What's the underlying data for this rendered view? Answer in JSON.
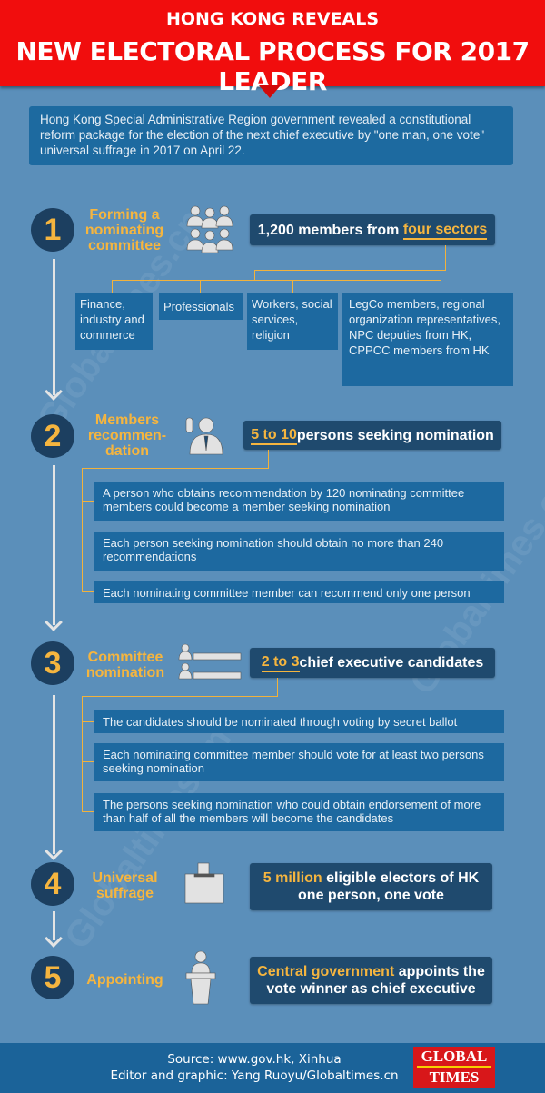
{
  "header": {
    "title_line1": "HONG KONG REVEALS",
    "title_line2": "NEW ELECTORAL PROCESS FOR 2017 LEADER"
  },
  "intro": "Hong Kong Special Administrative Region government revealed a constitutional reform package for the election of the next chief executive by \"one man, one vote\" universal suffrage in 2017 on April 22.",
  "steps": [
    {
      "number": "1",
      "title": "Forming a nominating committee",
      "box_pre": "1,200 members from ",
      "box_hl": "four sectors",
      "sectors": [
        "Finance, industry and commerce",
        "Professionals",
        "Workers, social services, religion",
        "LegCo members, regional organization representatives, NPC deputies from HK, CPPCC members from HK"
      ]
    },
    {
      "number": "2",
      "title": "Members recommen-dation",
      "box_hl": "5 to 10",
      "box_post": " persons seeking nomination",
      "details": [
        "A person who obtains recommendation by 120 nominating committee members could become a member seeking nomination",
        "Each person seeking nomination should obtain no more than 240 recommendations",
        "Each nominating committee member can recommend only one person"
      ]
    },
    {
      "number": "3",
      "title": "Committee nomination",
      "box_hl": "2 to 3",
      "box_post": " chief executive candidates",
      "details": [
        "The candidates should be nominated through voting by secret ballot",
        "Each nominating committee member should vote for at least two persons seeking nomination",
        "The persons seeking nomination who could obtain endorsement of more than half of all the members will become the candidates"
      ]
    },
    {
      "number": "4",
      "title": "Universal suffrage",
      "box_hl": "5 million",
      "box_post": " eligible electors of HK one person, one vote"
    },
    {
      "number": "5",
      "title": "Appointing",
      "box_hl": "Central government",
      "box_post": " appoints the vote winner as chief executive"
    }
  ],
  "footer": {
    "source": "Source: www.gov.hk, Xinhua",
    "credit": "Editor and graphic: Yang Ruoyu/Globaltimes.cn",
    "logo_top": "GLOBAL",
    "logo_bottom": "TIMES"
  },
  "watermark": "Globaltimes.cn"
}
